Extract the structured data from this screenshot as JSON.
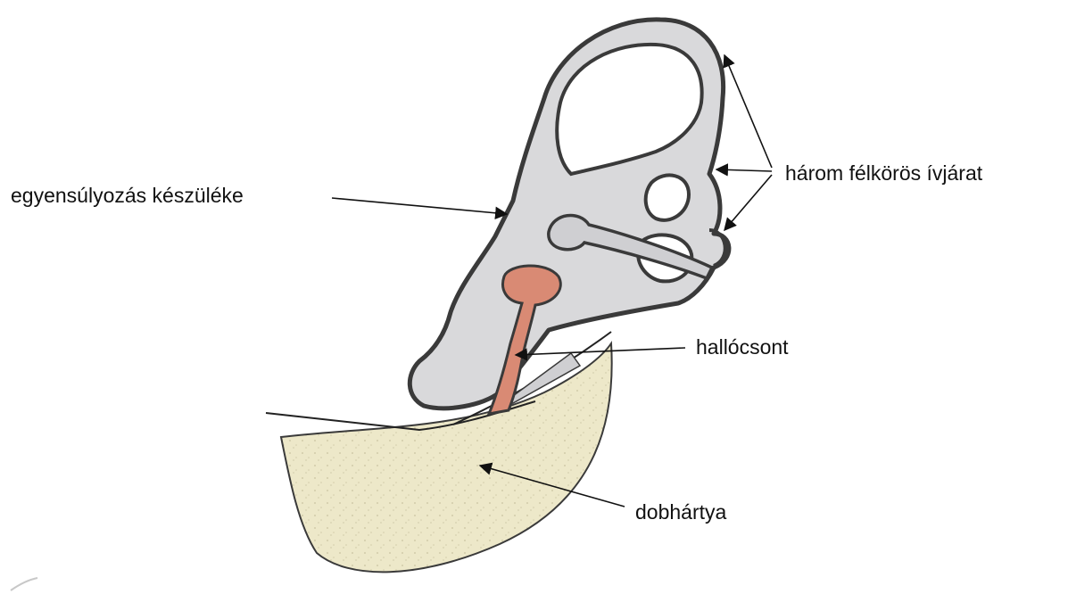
{
  "labels": {
    "balance": "egyensúlyozás készüléke",
    "canals": "három félkörös ívjárat",
    "ossicle": "hallócsont",
    "eardrum": "dobhártya"
  },
  "colors": {
    "labyrinth_fill": "#d9d9db",
    "labyrinth_stroke": "#3a3a3a",
    "ossicle_fill": "#d98a74",
    "eardrum_fill": "#ede8c9",
    "eardrum_stroke": "#3a3a3a",
    "background": "#ffffff"
  }
}
